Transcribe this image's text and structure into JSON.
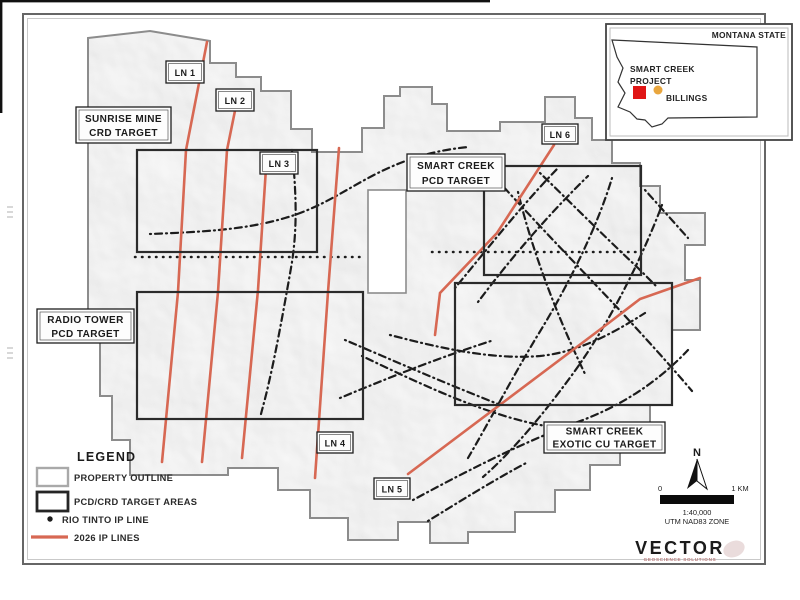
{
  "map_labels": {
    "ln1": "LN 1",
    "ln2": "LN 2",
    "ln3": "LN 3",
    "ln4": "LN 4",
    "ln5": "LN 5",
    "ln6": "LN 6",
    "sunrise_line1": "SUNRISE MINE",
    "sunrise_line2": "CRD TARGET",
    "radio_line1": "RADIO TOWER",
    "radio_line2": "PCD TARGET",
    "pcd_line1": "SMART CREEK",
    "pcd_line2": "PCD TARGET",
    "exotic_line1": "SMART CREEK",
    "exotic_line2": "EXOTIC CU TARGET"
  },
  "legend": {
    "title": "LEGEND",
    "property_outline": "PROPERTY OUTLINE",
    "target_areas": "PCD/CRD TARGET AREAS",
    "rio_tinto": "RIO TINTO IP LINE",
    "ip_2026": "2026 IP LINES"
  },
  "inset": {
    "state": "MONTANA STATE",
    "project_line1": "SMART CREEK",
    "project_line2": "PROJECT",
    "city": "BILLINGS"
  },
  "scale": {
    "north": "N",
    "start": "0",
    "end": "1 KM",
    "ratio": "1:40,000",
    "grid": "UTM NAD83 ZONE"
  },
  "logo": {
    "name": "VECTOR",
    "tagline": "GEOSCIENCE SOLUTIONS"
  },
  "colors": {
    "ip_line_2026": "#d76853",
    "rio_tinto_line": "#1c1c1c",
    "project_marker": "#e01616",
    "billings_marker": "#e9a63e",
    "logo": "#a64a52",
    "target_outline": "#2b2b2b",
    "property_outline": "#8c8c8c"
  }
}
